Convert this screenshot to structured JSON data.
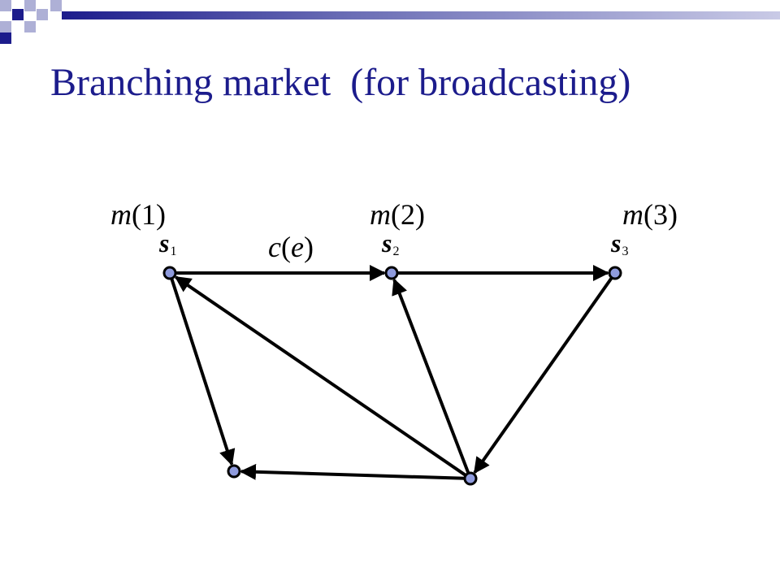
{
  "slide": {
    "title": "Branching market  (for broadcasting)"
  },
  "colors": {
    "title": "#1c1c8c",
    "deco_dark": "#1c1c8c",
    "deco_light": "#aeb0d6",
    "node_fill": "#8f9bdd",
    "edge": "#000000"
  },
  "diagram": {
    "nodes": [
      {
        "id": "s1",
        "label": "s",
        "subscript": "1",
        "market_label": "m(1)"
      },
      {
        "id": "s2",
        "label": "s",
        "subscript": "2",
        "market_label": "m(2)"
      },
      {
        "id": "s3",
        "label": "s",
        "subscript": "3",
        "market_label": "m(3)"
      },
      {
        "id": "b1",
        "label": "",
        "subscript": "",
        "market_label": ""
      },
      {
        "id": "b2",
        "label": "",
        "subscript": "",
        "market_label": ""
      }
    ],
    "edge_label": "c(e)",
    "edges": [
      {
        "from": "s1",
        "to": "s2"
      },
      {
        "from": "s2",
        "to": "s3"
      },
      {
        "from": "s1",
        "to": "b1"
      },
      {
        "from": "s3",
        "to": "b2"
      },
      {
        "from": "b2",
        "to": "b1"
      },
      {
        "from": "b2",
        "to": "s1"
      },
      {
        "from": "b2",
        "to": "s2"
      }
    ]
  }
}
